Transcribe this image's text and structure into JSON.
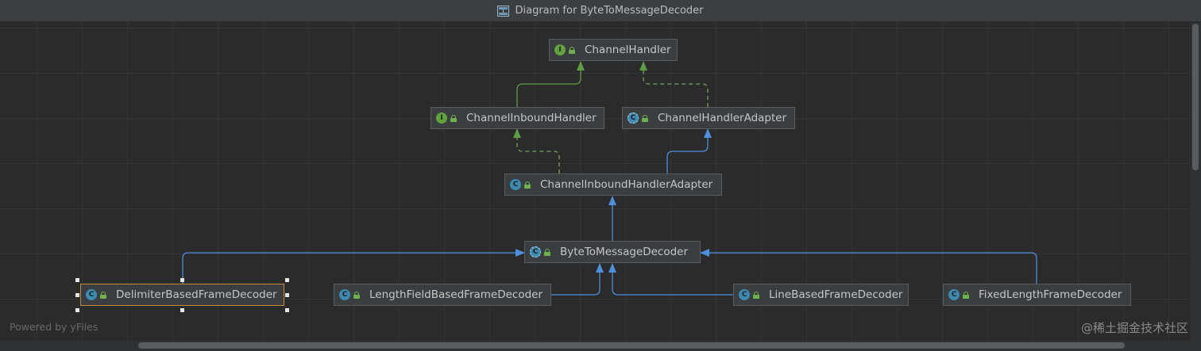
{
  "window": {
    "title": "Diagram for ByteToMessageDecoder"
  },
  "nodes": {
    "channel_handler": {
      "name": "ChannelHandler",
      "kind": "interface",
      "glyph": "I"
    },
    "channel_inbound_handler": {
      "name": "ChannelInboundHandler",
      "kind": "interface",
      "glyph": "I"
    },
    "channel_handler_adapter": {
      "name": "ChannelHandlerAdapter",
      "kind": "abstract-class",
      "glyph": "C"
    },
    "channel_inbound_handler_adapter": {
      "name": "ChannelInboundHandlerAdapter",
      "kind": "class",
      "glyph": "C"
    },
    "byte_to_message_decoder": {
      "name": "ByteToMessageDecoder",
      "kind": "abstract-class",
      "glyph": "C"
    },
    "delimiter_based_frame_decoder": {
      "name": "DelimiterBasedFrameDecoder",
      "kind": "class",
      "glyph": "C",
      "selected": true
    },
    "length_field_based_frame_decoder": {
      "name": "LengthFieldBasedFrameDecoder",
      "kind": "class",
      "glyph": "C"
    },
    "line_based_frame_decoder": {
      "name": "LineBasedFrameDecoder",
      "kind": "class",
      "glyph": "C"
    },
    "fixed_length_frame_decoder": {
      "name": "FixedLengthFrameDecoder",
      "kind": "class",
      "glyph": "C"
    }
  },
  "edges": [
    {
      "from": "channel_inbound_handler",
      "to": "channel_handler",
      "type": "extends"
    },
    {
      "from": "channel_handler_adapter",
      "to": "channel_handler",
      "type": "implements"
    },
    {
      "from": "channel_inbound_handler_adapter",
      "to": "channel_inbound_handler",
      "type": "implements"
    },
    {
      "from": "channel_inbound_handler_adapter",
      "to": "channel_handler_adapter",
      "type": "extends"
    },
    {
      "from": "byte_to_message_decoder",
      "to": "channel_inbound_handler_adapter",
      "type": "extends"
    },
    {
      "from": "delimiter_based_frame_decoder",
      "to": "byte_to_message_decoder",
      "type": "extends"
    },
    {
      "from": "length_field_based_frame_decoder",
      "to": "byte_to_message_decoder",
      "type": "extends"
    },
    {
      "from": "line_based_frame_decoder",
      "to": "byte_to_message_decoder",
      "type": "extends"
    },
    {
      "from": "fixed_length_frame_decoder",
      "to": "byte_to_message_decoder",
      "type": "extends"
    }
  ],
  "footer": {
    "powered_by": "Powered by yFiles",
    "watermark": "@稀土掘金技术社区"
  },
  "colors": {
    "background": "#2b2b2b",
    "node_fill": "#3b3e40",
    "node_border": "#5a5d5f",
    "selected_border": "#c98a2e",
    "interface_badge": "#62a23c",
    "class_badge": "#3d8bb0",
    "extends_edge_class": "#4f8fe0",
    "extends_edge_interface": "#5e9d46",
    "implements_edge": "#7aa361"
  }
}
